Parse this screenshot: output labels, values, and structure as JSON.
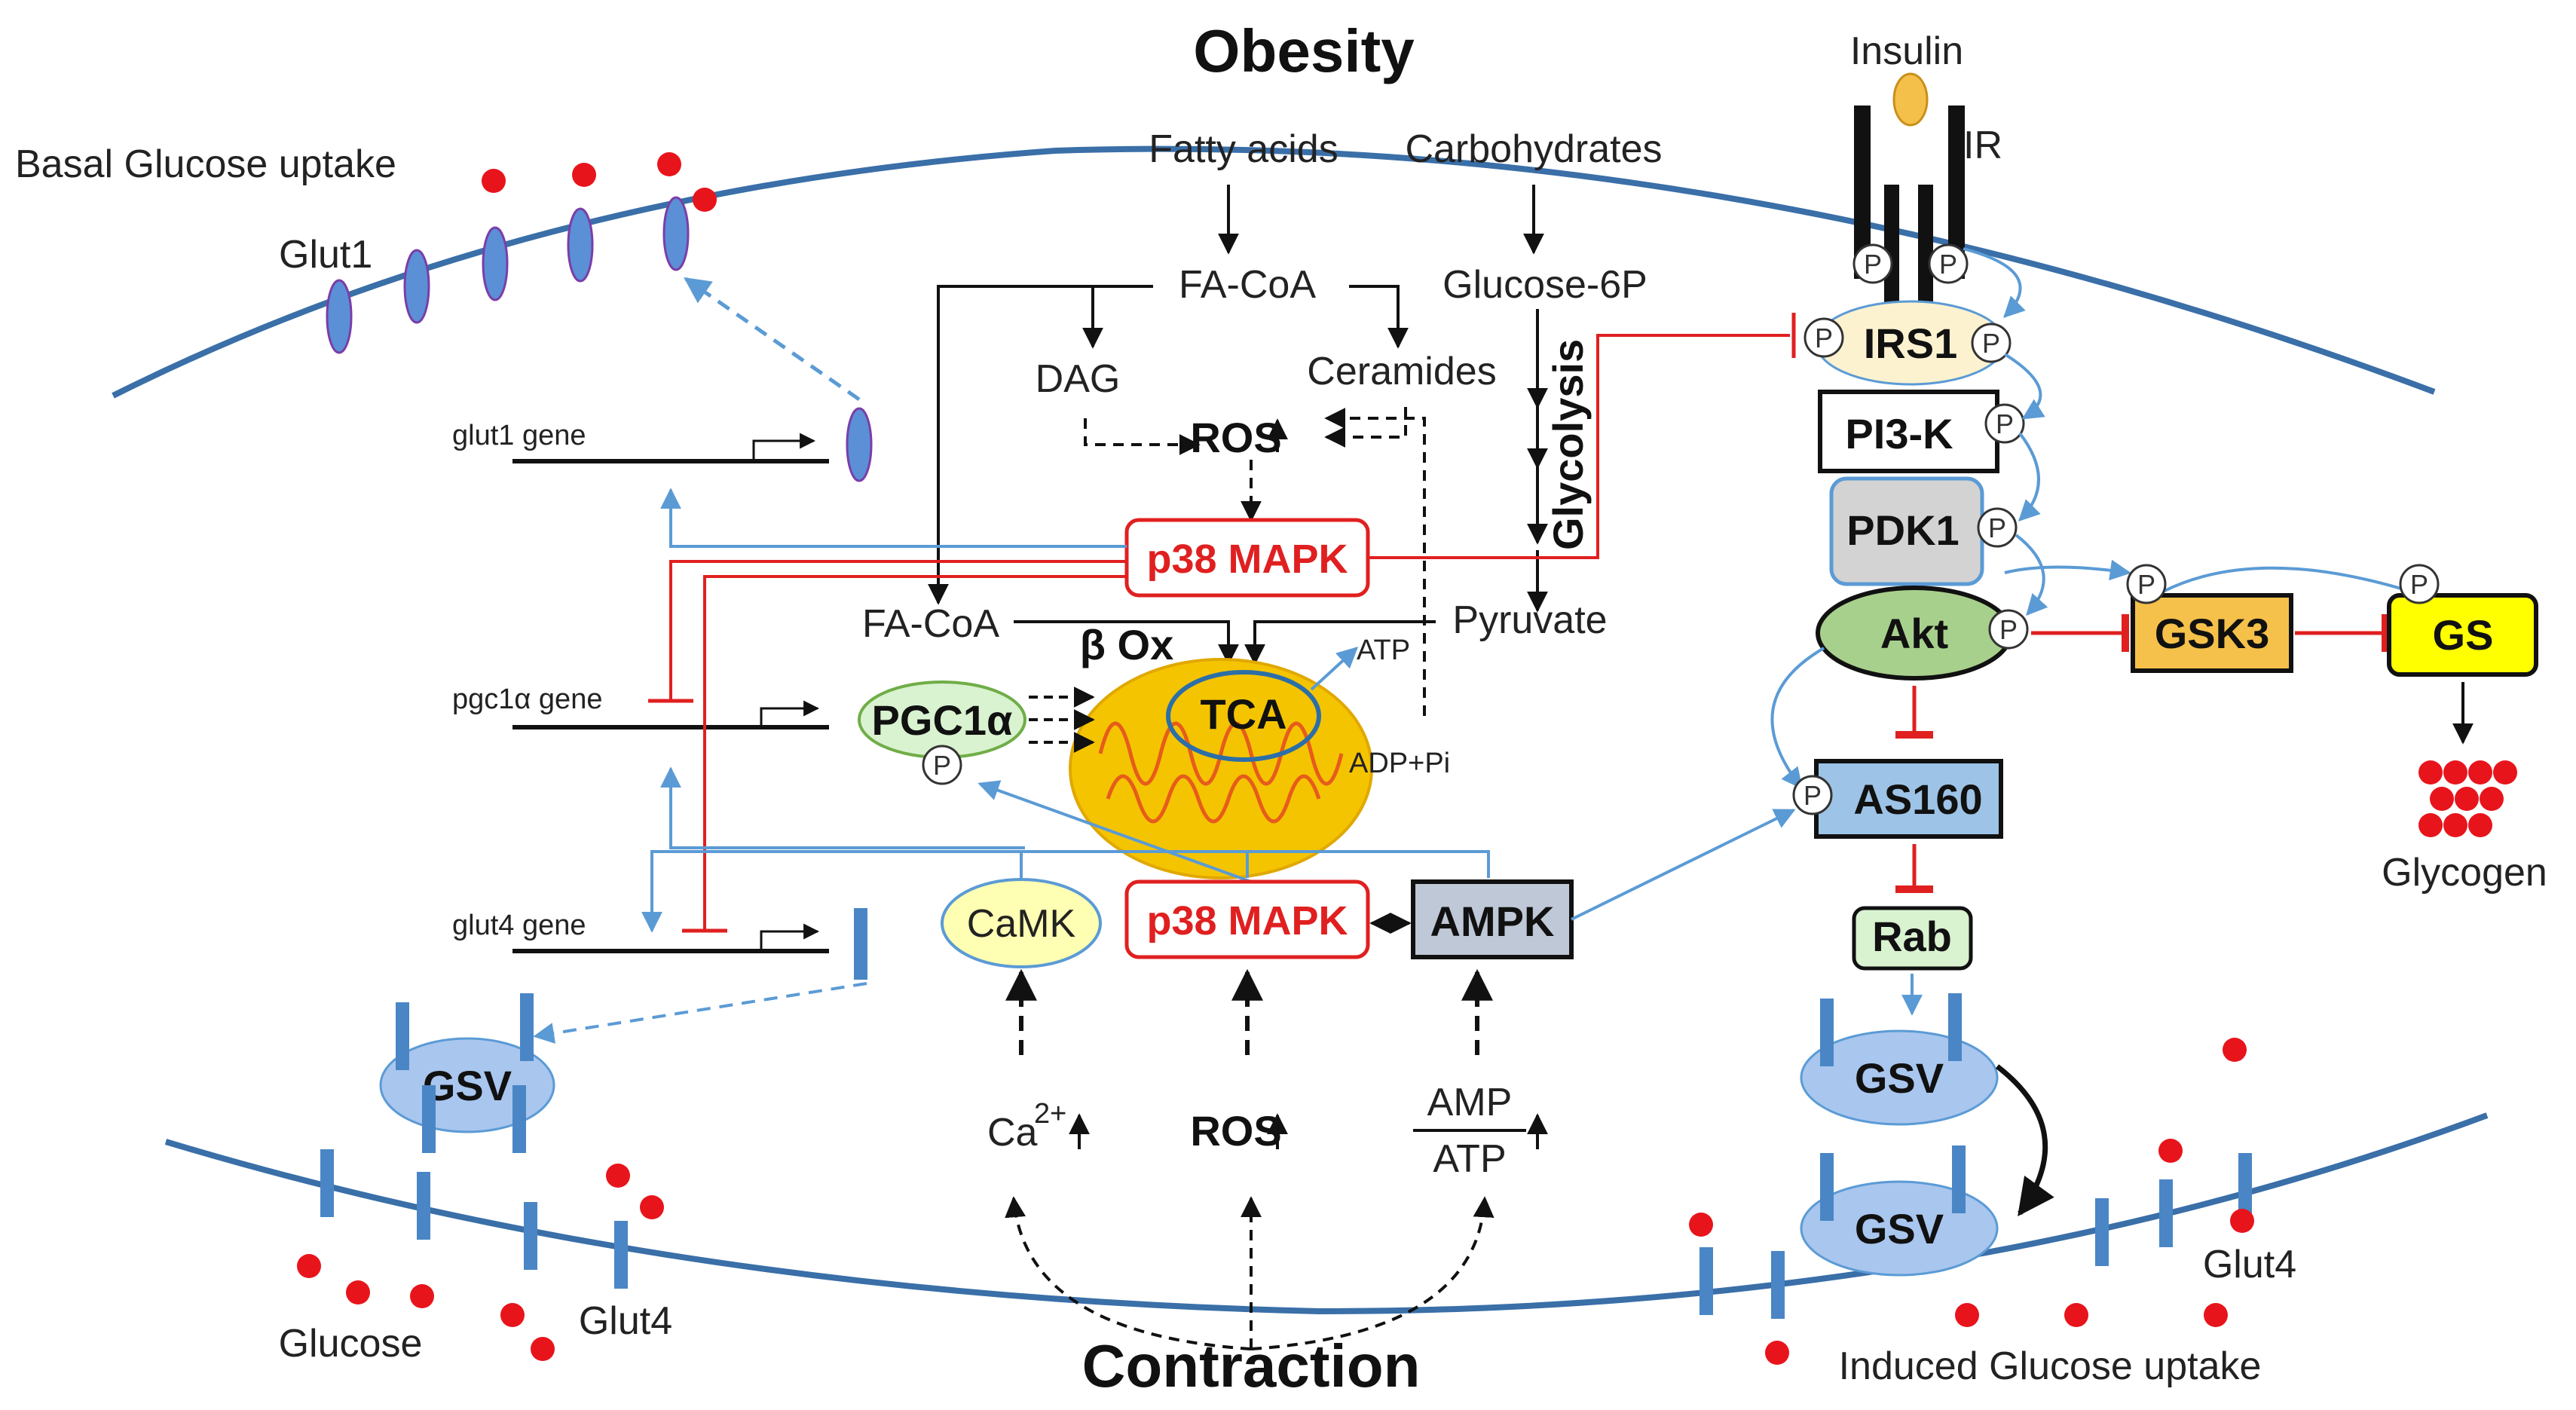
{
  "labels": {
    "obesity": "Obesity",
    "contraction": "Contraction",
    "insulin": "Insulin",
    "ir": "IR",
    "basal_uptake": "Basal Glucose uptake",
    "glut1": "Glut1",
    "fatty_acids": "Fatty acids",
    "carbohydrates": "Carbohydrates",
    "fa_coa_top": "FA-CoA",
    "glucose_6p": "Glucose-6P",
    "dag": "DAG",
    "ceramides": "Ceramides",
    "glycolysis": "Glycolysis",
    "ros_top": "ROS",
    "p38_top": "p38 MAPK",
    "fa_coa_mid": "FA-CoA",
    "pyruvate": "Pyruvate",
    "beta_ox": "β Ox",
    "atp": "ATP",
    "tca": "TCA",
    "adp_pi": "ADP+Pi",
    "pgc1a": "PGC1α",
    "glut1_gene": "glut1 gene",
    "pgc1a_gene": "pgc1α gene",
    "glut4_gene": "glut4 gene",
    "camk": "CaMK",
    "p38_bottom": "p38 MAPK",
    "ampk": "AMPK",
    "ca_base": "Ca",
    "ca_sup": "2+",
    "ros_bottom": "ROS",
    "amp": "AMP",
    "atp_ratio": "ATP",
    "gsv_left": "GSV",
    "glucose": "Glucose",
    "glut4_left": "Glut4",
    "irs1": "IRS1",
    "pi3k": "PI3-K",
    "pdk1": "PDK1",
    "akt": "Akt",
    "gsk3": "GSK3",
    "gs": "GS",
    "glycogen": "Glycogen",
    "as160": "AS160",
    "rab": "Rab",
    "gsv_right_top": "GSV",
    "gsv_right_bottom": "GSV",
    "glut4_right": "Glut4",
    "induced_uptake": "Induced Glucose uptake",
    "p": "P"
  },
  "colors": {
    "membrane": "#3a6fa8",
    "activation_blue": "#5b9bd5",
    "inhibition_red": "#e02020",
    "glucose_dot": "#e8141c",
    "glut1_fill": "#5b8fd6",
    "glut4_fill": "#4a86c5",
    "mito_outer": "#f5c400",
    "mito_inner": "#e65c1c",
    "akt_fill": "#a8d08d",
    "gsk3_fill": "#f5c14a",
    "gs_fill": "#ffff00",
    "pdk1_fill": "#d3d3d3",
    "as160_fill": "#9dc3e6",
    "irs1_fill": "#fdf2d0",
    "gsv_fill": "#a9c6ee",
    "pgc1a_fill": "#d9f2d0",
    "camk_fill": "#ffffb3",
    "ampk_fill": "#bfc8d6",
    "insulin_fill": "#f5c04a"
  },
  "icons": [
    "glucose-dot",
    "glut1-transporter",
    "glut4-transporter",
    "mitochondrion",
    "phosphate-circle",
    "insulin-receptor"
  ]
}
